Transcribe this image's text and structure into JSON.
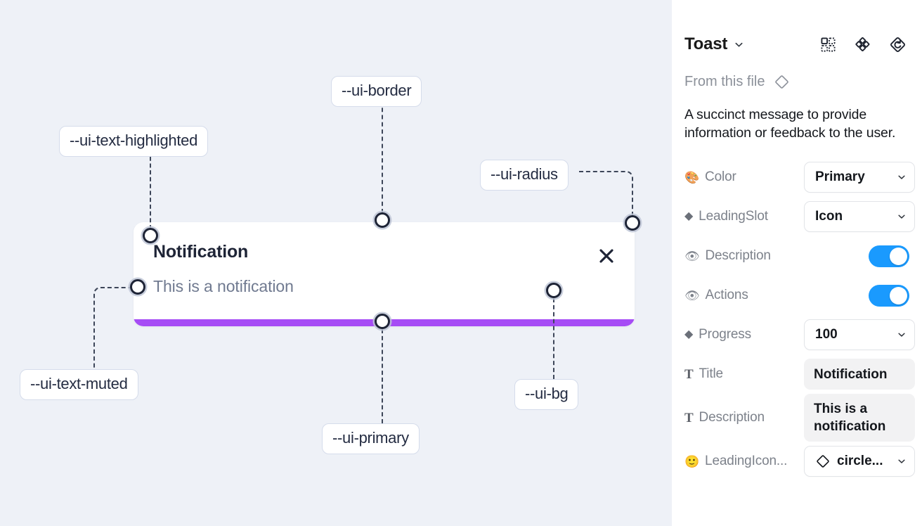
{
  "canvas": {
    "background_color": "#eef1f7",
    "toast": {
      "title": "Notification",
      "description": "This is a notification",
      "close_icon": "close-icon",
      "progress_color": "#a64cf5",
      "background_color": "#ffffff"
    },
    "tokens": [
      {
        "id": "text-highlighted",
        "label": "--ui-text-highlighted"
      },
      {
        "id": "border",
        "label": "--ui-border"
      },
      {
        "id": "radius",
        "label": "--ui-radius"
      },
      {
        "id": "text-muted",
        "label": "--ui-text-muted"
      },
      {
        "id": "primary",
        "label": "--ui-primary"
      },
      {
        "id": "bg",
        "label": "--ui-bg"
      }
    ]
  },
  "panel": {
    "title": "Toast",
    "title_chevron_icon": "chevron-down-icon",
    "header_icons": [
      {
        "id": "component-set-icon",
        "name": "component-set-icon"
      },
      {
        "id": "variants-icon",
        "name": "variants-icon"
      },
      {
        "id": "reset-icon",
        "name": "reset-instance-icon"
      }
    ],
    "from_file": {
      "label": "From this file",
      "icon": "diamond-icon"
    },
    "description": "A succinct message to provide information or feedback to the user.",
    "properties": [
      {
        "id": "color",
        "icon": "palette-emoji",
        "icon_glyph": "🎨",
        "icon_type": "emoji",
        "label": "Color",
        "control": "select",
        "value": "Primary"
      },
      {
        "id": "leadingslot",
        "icon": "diamond-icon",
        "icon_glyph": "◆",
        "icon_type": "glyph",
        "label": "LeadingSlot",
        "control": "select",
        "value": "Icon"
      },
      {
        "id": "description",
        "icon": "eye-emoji",
        "icon_glyph": "👁",
        "icon_type": "emoji",
        "label": "Description",
        "control": "toggle",
        "value": "on"
      },
      {
        "id": "actions",
        "icon": "eye-emoji",
        "icon_glyph": "👁",
        "icon_type": "emoji",
        "label": "Actions",
        "control": "toggle",
        "value": "on"
      },
      {
        "id": "progress",
        "icon": "diamond-icon",
        "icon_glyph": "◆",
        "icon_type": "glyph",
        "label": "Progress",
        "control": "select",
        "value": "100"
      },
      {
        "id": "title",
        "icon": "text-icon",
        "icon_glyph": "T",
        "icon_type": "serif",
        "label": "Title",
        "control": "text",
        "value": "Notification"
      },
      {
        "id": "desc-field",
        "icon": "text-icon",
        "icon_glyph": "T",
        "icon_type": "serif",
        "label": "Description",
        "control": "text",
        "value": "This is a notification"
      },
      {
        "id": "leadingicon",
        "icon": "smiley-emoji",
        "icon_glyph": "🙂",
        "icon_type": "emoji",
        "label": "LeadingIcon...",
        "control": "select-icon",
        "value": "circle..."
      }
    ],
    "colors": {
      "toggle_on": "#1a9afe",
      "field_bg": "#f2f2f3",
      "label_text": "#7d828b"
    }
  }
}
